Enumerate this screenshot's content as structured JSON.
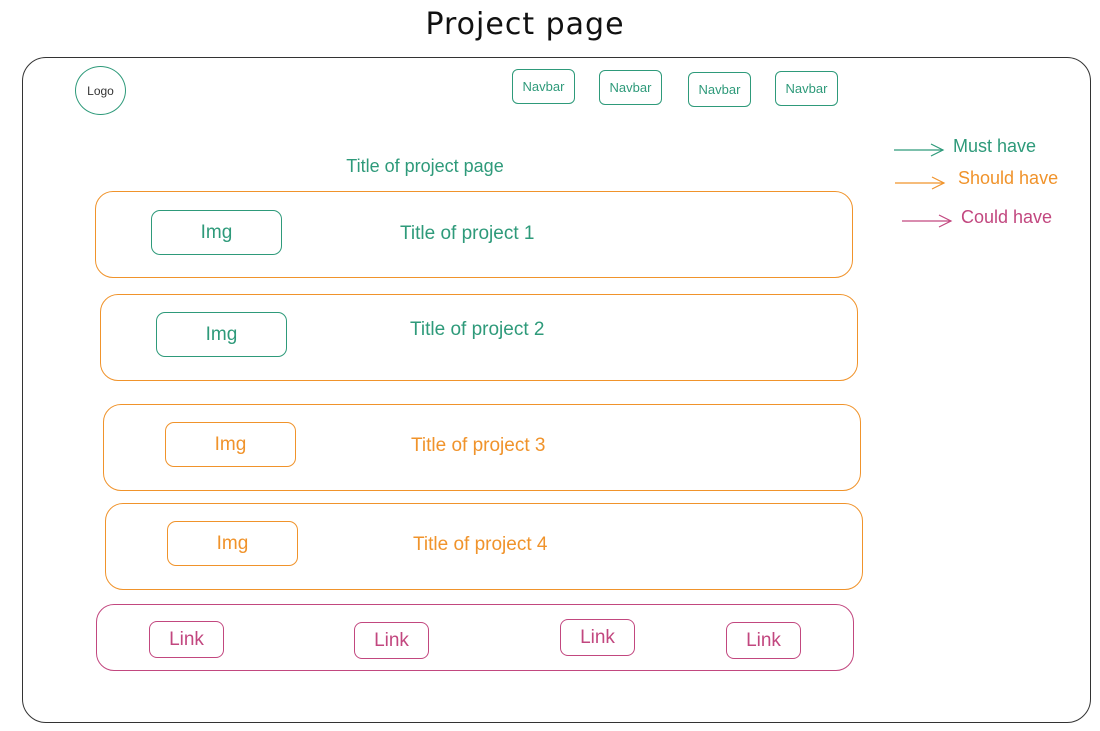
{
  "diagram": {
    "title": "Project page",
    "logo": "Logo",
    "navbar": [
      "Navbar",
      "Navbar",
      "Navbar",
      "Navbar"
    ],
    "page_title": "Title of project page",
    "projects": [
      {
        "img": "Img",
        "title": "Title of project 1",
        "priority": "must"
      },
      {
        "img": "Img",
        "title": "Title of project 2",
        "priority": "must"
      },
      {
        "img": "Img",
        "title": "Title of project 3",
        "priority": "should"
      },
      {
        "img": "Img",
        "title": "Title of project 4",
        "priority": "should"
      }
    ],
    "links": [
      "Link",
      "Link",
      "Link",
      "Link"
    ]
  },
  "legend": {
    "must": "Must have",
    "should": "Should have",
    "could": "Could have"
  },
  "colors": {
    "must": "#2e9a7a",
    "should": "#f0932b",
    "could": "#c2477f",
    "frame": "#333333"
  }
}
